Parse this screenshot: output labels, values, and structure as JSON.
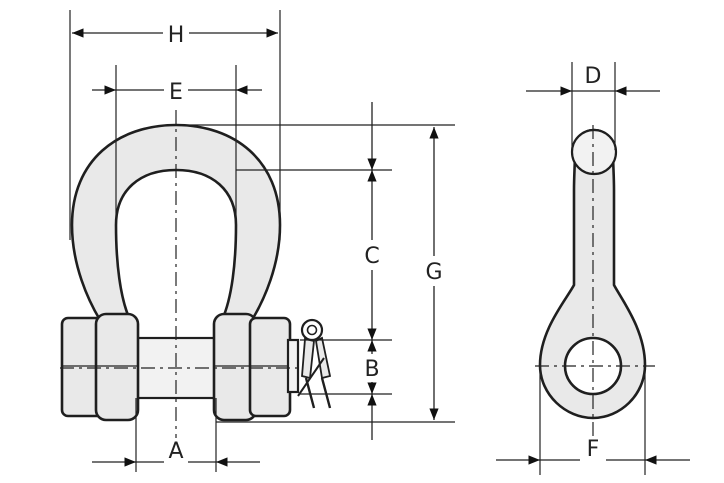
{
  "diagram": {
    "labels": {
      "H": "H",
      "E": "E",
      "C": "C",
      "G": "G",
      "B": "B",
      "A": "A",
      "D": "D",
      "F": "F"
    }
  }
}
